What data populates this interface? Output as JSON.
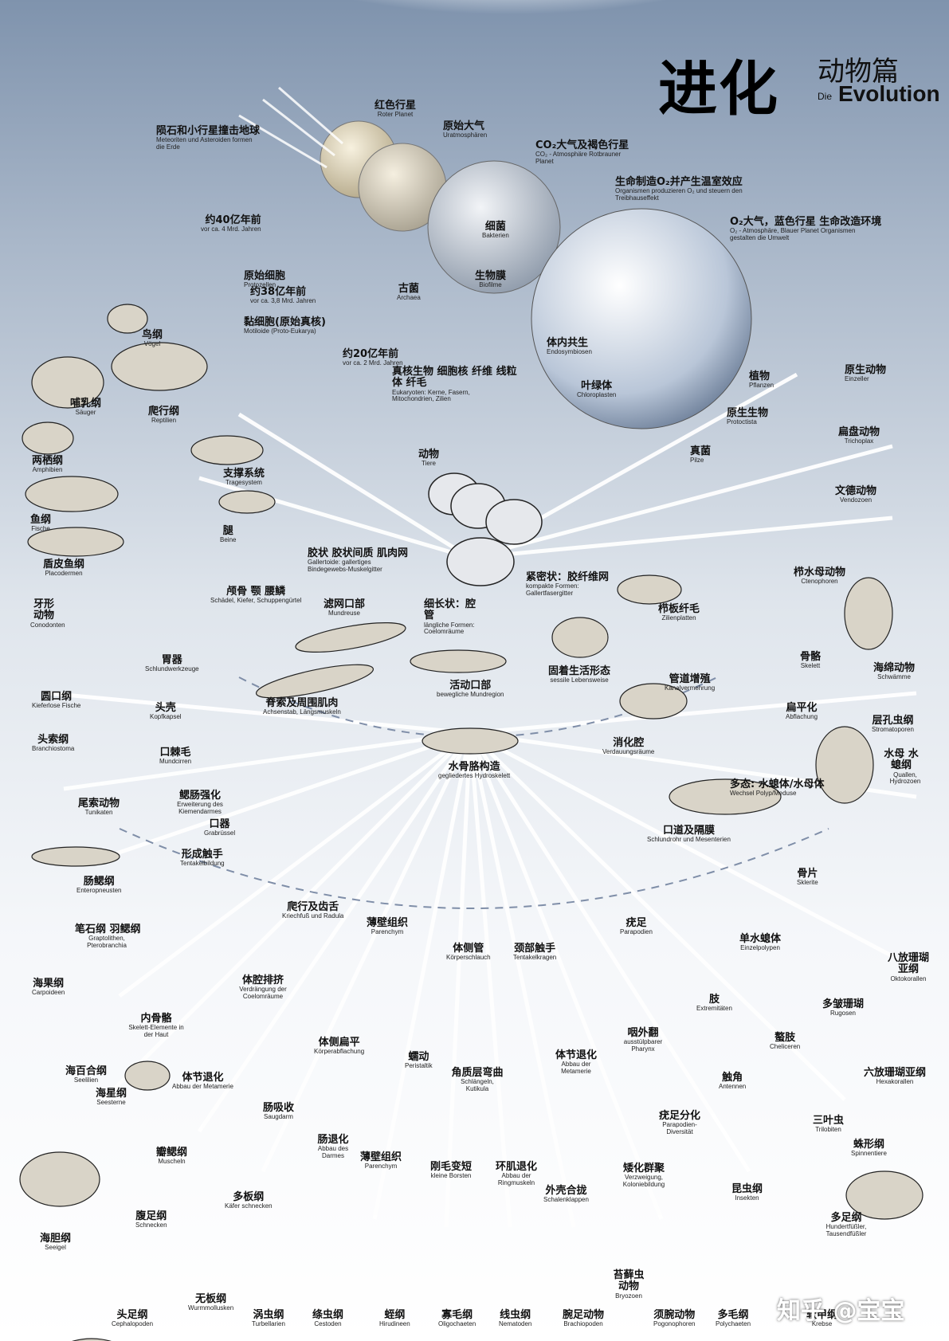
{
  "title": {
    "zh": "进化",
    "sub": "动物篇",
    "die": "Die",
    "evolution": "Evolution"
  },
  "watermark": "知乎 @宝宝",
  "colors": {
    "sky_top": "#7f93ad",
    "sun": "#ffffff",
    "ink": "#111111",
    "arrow": "#ffffff",
    "dash": "#7f8ea8"
  },
  "labels": [
    {
      "de": "Meteoriten und Asteroiden formen die Erde",
      "zh": "陨石和小行星撞击地球"
    },
    {
      "de": "Roter Planet",
      "zh": "红色行星"
    },
    {
      "de": "Uratmosphären",
      "zh": "原始大气"
    },
    {
      "de": "CO₂ - Atmosphäre Rotbrauner Planet",
      "zh": "CO₂大气及褐色行星"
    },
    {
      "de": "Organismen produzieren O₂ und steuern den Treibhauseffekt",
      "zh": "生命制造O₂并产生温室效应"
    },
    {
      "de": "O₂ - Atmosphäre, Blauer Planet Organismen gestalten die Umwelt",
      "zh": "O₂大气，蓝色行星 生命改造环境"
    },
    {
      "de": "vor ca. 4 Mrd. Jahren",
      "zh": "约40亿年前"
    },
    {
      "de": "Bakterien",
      "zh": "细菌"
    },
    {
      "de": "Protozellen",
      "zh": "原始细胞"
    },
    {
      "de": "vor ca. 3,8 Mrd. Jahren",
      "zh": "约38亿年前"
    },
    {
      "de": "Archaea",
      "zh": "古菌"
    },
    {
      "de": "Biofilme",
      "zh": "生物膜"
    },
    {
      "de": "Motiloide (Proto-Eukarya)",
      "zh": "黏细胞(原始真核)"
    },
    {
      "de": "vor ca. 2 Mrd. Jahren",
      "zh": "约20亿年前"
    },
    {
      "de": "Eukaryoten: Kerne, Fasern, Mitochondrien, Zilien",
      "zh": "真核生物 细胞核 纤维 线粒体 纤毛"
    },
    {
      "de": "Endosymbiosen",
      "zh": "体内共生"
    },
    {
      "de": "Chloroplasten",
      "zh": "叶绿体"
    },
    {
      "de": "Pflanzen",
      "zh": "植物"
    },
    {
      "de": "Protoctista",
      "zh": "原生生物"
    },
    {
      "de": "Pilze",
      "zh": "真菌"
    },
    {
      "de": "Tiere",
      "zh": "动物"
    },
    {
      "de": "Einzeller",
      "zh": "原生动物"
    },
    {
      "de": "Trichoplax",
      "zh": "扁盘动物"
    },
    {
      "de": "Vendozoen",
      "zh": "文德动物"
    },
    {
      "de": "Ctenophoren",
      "zh": "栉水母动物"
    },
    {
      "de": "Vögel",
      "zh": "鸟纲"
    },
    {
      "de": "Säuger",
      "zh": "哺乳纲"
    },
    {
      "de": "Reptilien",
      "zh": "爬行纲"
    },
    {
      "de": "Amphibien",
      "zh": "两栖纲"
    },
    {
      "de": "Tragesystem",
      "zh": "支撑系统"
    },
    {
      "de": "Fische",
      "zh": "鱼纲"
    },
    {
      "de": "Beine",
      "zh": "腿"
    },
    {
      "de": "Placodermen",
      "zh": "盾皮鱼纲"
    },
    {
      "de": "Schädel, Kiefer, Schuppengürtel",
      "zh": "颅骨 颚 腰鳞"
    },
    {
      "de": "Conodonten",
      "zh": "牙形动物"
    },
    {
      "de": "Gallertoide: gallertiges Bindegewebs-Muskelgitter",
      "zh": "胶状 胶状间质 肌肉网"
    },
    {
      "de": "kompakte Formen: Gallertfasergitter",
      "zh": "紧密状：胶纤维网"
    },
    {
      "de": "Zilienplatten",
      "zh": "栉板纤毛"
    },
    {
      "de": "Mundreuse",
      "zh": "滤网口部"
    },
    {
      "de": "längliche Formen: Coelomräume",
      "zh": "细长状：腔管"
    },
    {
      "de": "Skelett",
      "zh": "骨骼"
    },
    {
      "de": "Schwämme",
      "zh": "海绵动物"
    },
    {
      "de": "Schlundwerkzeuge",
      "zh": "胃器"
    },
    {
      "de": "sessile Lebensweise",
      "zh": "固着生活形态"
    },
    {
      "de": "Kanalvermehrung",
      "zh": "管道增殖"
    },
    {
      "de": "Kieferlose Fische",
      "zh": "圆口纲"
    },
    {
      "de": "Achsenstab, Längsmuskeln",
      "zh": "脊索及周围肌肉"
    },
    {
      "de": "bewegliche Mundregion",
      "zh": "活动口部"
    },
    {
      "de": "Abflachung",
      "zh": "扁平化"
    },
    {
      "de": "Stromatoporen",
      "zh": "层孔虫纲"
    },
    {
      "de": "Kopfkapsel",
      "zh": "头壳"
    },
    {
      "de": "Branchiostoma",
      "zh": "头索纲"
    },
    {
      "de": "Mundcirren",
      "zh": "口棘毛"
    },
    {
      "de": "Verdauungsräume",
      "zh": "消化腔"
    },
    {
      "de": "Quallen, Hydrozoen",
      "zh": "水母 水螅纲"
    },
    {
      "de": "gegliedertes Hydroskelett",
      "zh": "水骨胳构造"
    },
    {
      "de": "Tunikaten",
      "zh": "尾索动物"
    },
    {
      "de": "Erweiterung des Kiemendarmes",
      "zh": "鳃肠强化"
    },
    {
      "de": "Wechsel Polyp/Meduse",
      "zh": "多态: 水螅体/水母体"
    },
    {
      "de": "Grabrüssel",
      "zh": "口器"
    },
    {
      "de": "Schlundrohr und Mesenterien",
      "zh": "口道及隔膜"
    },
    {
      "de": "Tentakelbildung",
      "zh": "形成触手"
    },
    {
      "de": "Enteropneusten",
      "zh": "肠鳃纲"
    },
    {
      "de": "Sklerite",
      "zh": "骨片"
    },
    {
      "de": "Kriechfuß und Radula",
      "zh": "爬行及齿舌"
    },
    {
      "de": "Graptolithen, Pterobranchia",
      "zh": "笔石纲 羽鳃纲"
    },
    {
      "de": "Parenchym",
      "zh": "薄壁组织"
    },
    {
      "de": "Parapodien",
      "zh": "疣足"
    },
    {
      "de": "Körperschlauch",
      "zh": "体侧管"
    },
    {
      "de": "Tentakelkragen",
      "zh": "颈部触手"
    },
    {
      "de": "Einzelpolypen",
      "zh": "单水螅体"
    },
    {
      "de": "Oktokorallen",
      "zh": "八放珊瑚亚纲"
    },
    {
      "de": "Carpoideen",
      "zh": "海果纲"
    },
    {
      "de": "Verdrängung der Coelomräume",
      "zh": "体腔排挤"
    },
    {
      "de": "Extremitäten",
      "zh": "肢"
    },
    {
      "de": "Rugosen",
      "zh": "多皱珊瑚"
    },
    {
      "de": "Skelett-Elemente in der Haut",
      "zh": "内骨骼"
    },
    {
      "de": "Körperabflachung",
      "zh": "体侧扁平"
    },
    {
      "de": "Peristaltik",
      "zh": "蠕动"
    },
    {
      "de": "Abbau der Metamerie",
      "zh": "体节退化"
    },
    {
      "de": "ausstülpbarer Pharynx",
      "zh": "咽外翻"
    },
    {
      "de": "Cheliceren",
      "zh": "螯肢"
    },
    {
      "de": "Seelilien",
      "zh": "海百合纲"
    },
    {
      "de": "Abbau der Metamerie",
      "zh": "体节退化"
    },
    {
      "de": "Schlängeln, Kutikula",
      "zh": "角质层弯曲"
    },
    {
      "de": "Antennen",
      "zh": "触角"
    },
    {
      "de": "Hexakorallen",
      "zh": "六放珊瑚亚纲"
    },
    {
      "de": "Seesterne",
      "zh": "海星纲"
    },
    {
      "de": "Saugdarm",
      "zh": "肠吸收"
    },
    {
      "de": "Parapodien-Diversität",
      "zh": "疣足分化"
    },
    {
      "de": "Trilobiten",
      "zh": "三叶虫"
    },
    {
      "de": "Spinnentiere",
      "zh": "蛛形纲"
    },
    {
      "de": "Muscheln",
      "zh": "瓣鳃纲"
    },
    {
      "de": "Abbau des Darmes",
      "zh": "肠退化"
    },
    {
      "de": "Parenchym",
      "zh": "薄壁组织"
    },
    {
      "de": "kleine Borsten",
      "zh": "刚毛变短"
    },
    {
      "de": "Abbau der Ringmuskeln",
      "zh": "环肌退化"
    },
    {
      "de": "Schalenklappen",
      "zh": "外壳合拢"
    },
    {
      "de": "Verzweigung, Koloniebildung",
      "zh": "矮化群聚"
    },
    {
      "de": "Käfer schnecken",
      "zh": "多板纲"
    },
    {
      "de": "Insekten",
      "zh": "昆虫纲"
    },
    {
      "de": "Hundertfüßler, Tausendfüßler",
      "zh": "多足纲"
    },
    {
      "de": "Schnecken",
      "zh": "腹足纲"
    },
    {
      "de": "Seeigel",
      "zh": "海胆纲"
    },
    {
      "de": "Bryozoen",
      "zh": "苔藓虫动物"
    },
    {
      "de": "Cephalopoden",
      "zh": "头足纲"
    },
    {
      "de": "Wurmmollusken",
      "zh": "无板纲"
    },
    {
      "de": "Turbellarien",
      "zh": "涡虫纲"
    },
    {
      "de": "Cestoden",
      "zh": "绦虫纲"
    },
    {
      "de": "Hirudineen",
      "zh": "蛭纲"
    },
    {
      "de": "Oligochaeten",
      "zh": "寡毛纲"
    },
    {
      "de": "Nematoden",
      "zh": "线虫纲"
    },
    {
      "de": "Brachiopoden",
      "zh": "腕足动物"
    },
    {
      "de": "Pogonophoren",
      "zh": "须腕动物"
    },
    {
      "de": "Polychaeten",
      "zh": "多毛纲"
    },
    {
      "de": "Krebse",
      "zh": "软甲纲"
    }
  ]
}
